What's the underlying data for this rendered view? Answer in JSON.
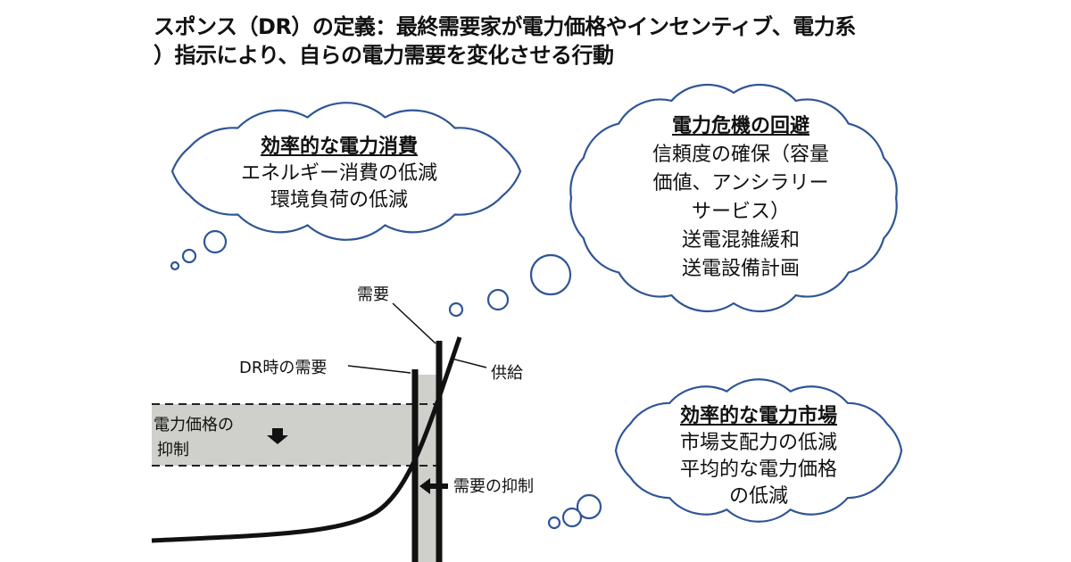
{
  "title": {
    "line1": "スポンス（DR）の定義：最終需要家が電力価格やインセンティブ、電力系",
    "line2": "）指示により、自らの電力需要を変化させる行動"
  },
  "clouds": {
    "efficiency": {
      "heading": "効率的な電力消費",
      "lines": [
        "エネルギー消費の低減",
        "環境負荷の低減"
      ]
    },
    "crisis": {
      "heading": "電力危機の回避",
      "lines": [
        "信頼度の確保（容量",
        "価値、アンシラリー",
        "サービス）",
        "送電混雑緩和",
        "送電設備計画"
      ]
    },
    "market": {
      "heading": "効率的な電力市場",
      "lines": [
        "市場支配力の低減",
        "平均的な電力価格",
        "の低減"
      ]
    }
  },
  "diagram": {
    "demand_label": "需要",
    "dr_demand_label": "DR時の需要",
    "supply_label": "供給",
    "price_suppression_label_1": "電力価格の",
    "price_suppression_label_2": "抑制",
    "demand_suppression_label": "需要の抑制",
    "band_color": "#cfd0cb",
    "cloud_stroke": "#2f5597"
  }
}
